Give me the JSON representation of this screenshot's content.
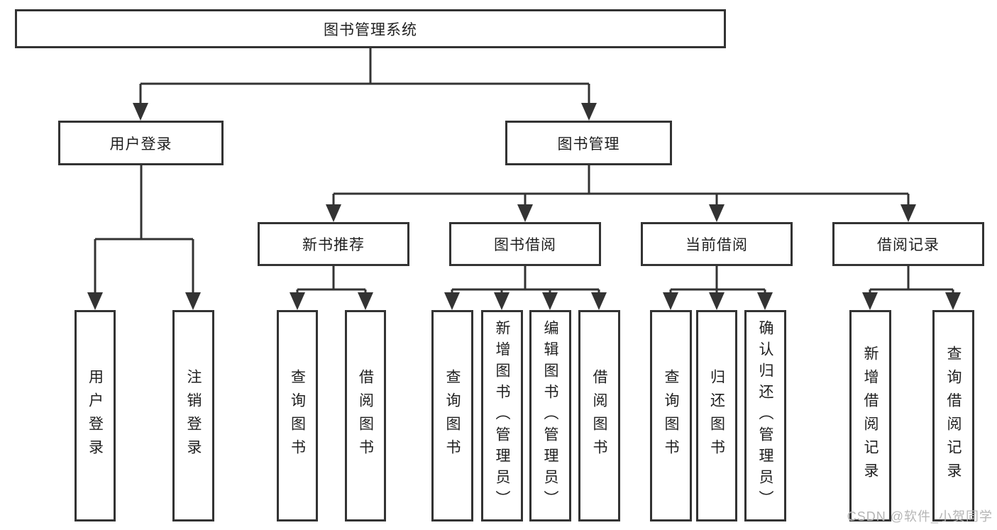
{
  "diagram": {
    "root": {
      "label": "图书管理系统"
    },
    "branches": [
      {
        "label": "用户登录",
        "children": [
          {
            "label": "用户登录"
          },
          {
            "label": "注销登录"
          }
        ]
      },
      {
        "label": "图书管理",
        "children": [
          {
            "label": "新书推荐",
            "children": [
              {
                "label": "查询图书"
              },
              {
                "label": "借阅图书"
              }
            ]
          },
          {
            "label": "图书借阅",
            "children": [
              {
                "label": "查询图书"
              },
              {
                "label": "新增图书（管理员）"
              },
              {
                "label": "编辑图书（管理员）"
              },
              {
                "label": "借阅图书"
              }
            ]
          },
          {
            "label": "当前借阅",
            "children": [
              {
                "label": "查询图书"
              },
              {
                "label": "归还图书"
              },
              {
                "label": "确认归还（管理员）"
              }
            ]
          },
          {
            "label": "借阅记录",
            "children": [
              {
                "label": "新增借阅记录"
              },
              {
                "label": "查询借阅记录"
              }
            ]
          }
        ]
      }
    ]
  },
  "watermark": {
    "text": "CSDN @软件_小贺同学"
  },
  "colors": {
    "line": "#333333",
    "box_border": "#333333",
    "text": "#1f1f1f",
    "watermark": "#b5b5b5",
    "background": "#ffffff"
  }
}
